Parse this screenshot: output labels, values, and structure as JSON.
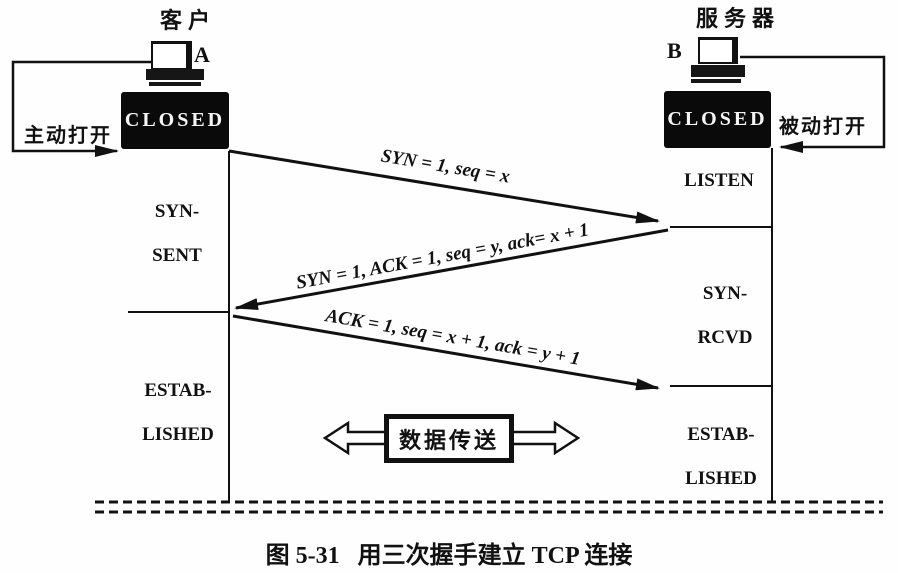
{
  "page": {
    "caption": {
      "figure_number": "图 5-31",
      "figure_title": "用三次握手建立 TCP 连接"
    }
  },
  "client": {
    "role_label": "客户",
    "host_letter": "A",
    "open_action": "主动打开",
    "state_closed": "CLOSED",
    "state_syn_sent": [
      "SYN-",
      "SENT"
    ],
    "state_established": [
      "ESTAB-",
      "LISHED"
    ]
  },
  "server": {
    "role_label": "服务器",
    "host_letter": "B",
    "open_action": "被动打开",
    "state_closed": "CLOSED",
    "state_listen": "LISTEN",
    "state_syn_rcvd": [
      "SYN-",
      "RCVD"
    ],
    "state_established": [
      "ESTAB-",
      "LISHED"
    ]
  },
  "messages": [
    {
      "label": "SYN = 1, seq = x",
      "from": "client",
      "to": "server"
    },
    {
      "label": "SYN = 1, ACK = 1, seq = y, ack= x + 1",
      "from": "server",
      "to": "client"
    },
    {
      "label": "ACK = 1, seq = x + 1, ack = y + 1",
      "from": "client",
      "to": "server"
    }
  ],
  "data_transfer": {
    "label": "数据传送"
  },
  "colors": {
    "ink": "#111111",
    "box_fill": "#0a0a0a",
    "background": "#fefefe"
  }
}
